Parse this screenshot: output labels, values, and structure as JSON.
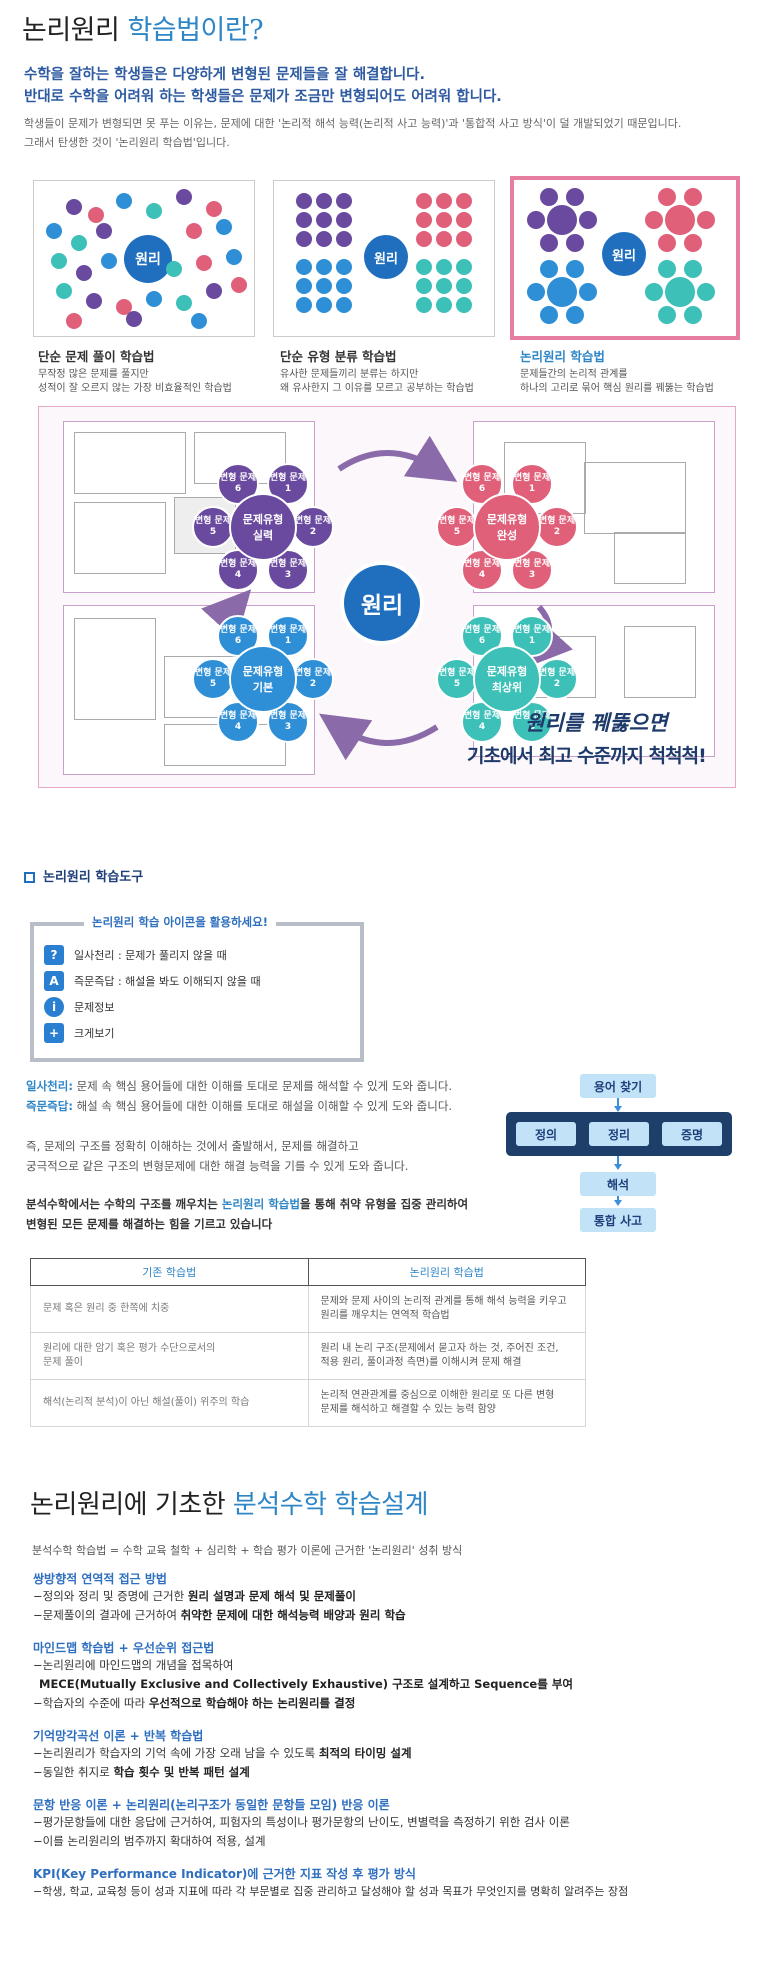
{
  "intro": {
    "title_a": "논리원리 ",
    "title_b": "학습법이란?",
    "lead1": "수학을 잘하는 학생들은 다양하게 변형된 문제들을 잘 해결합니다.",
    "lead2": "반대로 수학을 어려워 하는 학생들은 문제가 조금만 변형되어도 어려워 합니다.",
    "desc1": "학생들이 문제가 변형되면 못 푸는 이유는, 문제에 대한 '논리적 해석 능력(논리적 사고 능력)'과 '통합적 사고 방식'이 덜 개발되었기 때문입니다.",
    "desc2": "그래서 탄생한 것이 '논리원리 학습법'입니다."
  },
  "methods": [
    {
      "title": "단순 문제 풀이 학습법",
      "desc1": "무작정 많은 문제를 풀지만",
      "desc2": "성적이 잘 오르지 않는 가장 비효율적인 학습법"
    },
    {
      "title": "단순 유형 분류 학습법",
      "desc1": "유사한 문제들끼리 분류는 하지만",
      "desc2": "왜 유사한지 그 이유를 모르고 공부하는 학습법"
    },
    {
      "title": "논리원리 학습법",
      "desc1": "문제들간의 논리적 관계를",
      "desc2": "하나의 고리로 묶어 핵심 원리를 꿰뚫는 학습법"
    }
  ],
  "diagram": {
    "center": "원리",
    "center_small": "원리",
    "clusters": [
      {
        "main1": "문제유형",
        "main2": "실력",
        "petals": [
          "변형 문제1",
          "변형 문제2",
          "변형 문제3",
          "변형 문제4",
          "변형 문제5",
          "변형 문제6"
        ]
      },
      {
        "main1": "문제유형",
        "main2": "완성",
        "petals": [
          "변형 문제1",
          "변형 문제2",
          "변형 문제3",
          "변형 문제4",
          "변형 문제5",
          "변형 문제6"
        ]
      },
      {
        "main1": "문제유형",
        "main2": "기본",
        "petals": [
          "변형 문제1",
          "변형 문제2",
          "변형 문제3",
          "변형 문제4",
          "변형 문제5",
          "변형 문제6"
        ]
      },
      {
        "main1": "문제유형",
        "main2": "최상위",
        "petals": [
          "변형 문제1",
          "변형 문제2",
          "변형 문제3",
          "변형 문제4",
          "변형 문제5",
          "변형 문제6"
        ]
      }
    ],
    "slogan1": "원리를 꿰뚫으면",
    "slogan2": "기초에서 최고 수준까지 척척척!"
  },
  "tools": {
    "section_title": "논리원리 학습도구",
    "box_title": "논리원리 학습 아이콘을 활용하세요!",
    "items": [
      {
        "icon": "lightbulb-icon",
        "glyph": "?",
        "label": "일사천리 : 문제가 풀리지 않을 때"
      },
      {
        "icon": "answer-icon",
        "glyph": "A",
        "label": "즉문즉답 : 해설을 봐도 이해되지 않을 때"
      },
      {
        "icon": "info-icon",
        "glyph": "i",
        "label": "문제정보"
      },
      {
        "icon": "plus-icon",
        "glyph": "+",
        "label": "크게보기"
      }
    ],
    "para1_key": "일사천리:",
    "para1_text": " 문제 속 핵심 용어들에 대한 이해를 토대로 문제를 해석할 수 있게 도와 줍니다.",
    "para2_key": "즉문즉답:",
    "para2_text": " 해설 속 핵심 용어들에 대한 이해를 토대로 해설을 이해할 수 있게 도와 줍니다.",
    "para3": "즉, 문제의 구조를 정확히 이해하는 것에서 출발해서, 문제를 해결하고",
    "para4": "궁극적으로 같은 구조의 변형문제에 대한 해결 능력을 기를 수 있게 도와 줍니다.",
    "para5a": "분석수학에서는 수학의 구조를 깨우치는 ",
    "para5b": "논리원리 학습법",
    "para5c": "을 통해 취약 유형을 집중 관리하여",
    "para6": "변형된 모든 문제를 해결하는 힘을 기르고 있습니다"
  },
  "flow": {
    "top": "용어 찾기",
    "row": [
      "정의",
      "정리",
      "증명"
    ],
    "mid": "해석",
    "bottom": "통합 사고"
  },
  "compare": {
    "headers": [
      "기존 학습법",
      "논리원리 학습법"
    ],
    "rows": [
      {
        "left1": "문제 혹은 원리 중 한쪽에 치중",
        "left2": "",
        "right1": "문제와 문제 사이의 논리적 관계를 통해 해석 능력을 키우고",
        "right2": "원리를 깨우치는 연역적 학습법"
      },
      {
        "left1": "원리에 대한 암기 혹은 평가 수단으로서의",
        "left2": "문제 풀이",
        "right1": "원리 내 논리 구조(문제에서 묻고자 하는 것, 주어진 조건,",
        "right2": "적용 원리, 풀이과정 측면)를 이해시켜 문제 해결"
      },
      {
        "left1": "해석(논리적 분석)이 아닌 해설(풀이) 위주의 학습",
        "left2": "",
        "right1": "논리적 연관관계를 중심으로 이해한 원리로 또 다른 변형",
        "right2": "문제를 해석하고 해결할 수 있는 능력 함양"
      }
    ]
  },
  "design": {
    "title_a": "논리원리에 기초한 ",
    "title_b": "분석수학 학습설계",
    "formula": "분석수학 학습법 = 수학 교육 철학 + 심리학 + 학습 평가 이론에 근거한 '논리원리' 성취 방식",
    "blocks": [
      {
        "heading": "쌍방향적 연역적 접근 방법",
        "lines": [
          {
            "a": "−정의와 정리 및 증명에 근거한 ",
            "b": "원리 설명과 문제 해석 및 문제풀이",
            "c": ""
          },
          {
            "a": "−문제풀이의 결과에 근거하여 ",
            "b": "취약한 문제에 대한 해석능력 배양과 원리 학습",
            "c": ""
          }
        ]
      },
      {
        "heading": "마인드맵 학습법 + 우선순위 접근법",
        "lines": [
          {
            "a": "−논리원리에 마인드맵의 개념을 접목하여",
            "b": "",
            "c": ""
          },
          {
            "a": "",
            "b": "MECE(Mutually Exclusive and Collectively Exhaustive) 구조로 설계하고 Sequence를 부여",
            "c": ""
          },
          {
            "a": "−학습자의 수준에 따라 ",
            "b": "우선적으로 학습해야 하는 논리원리를 결정",
            "c": ""
          }
        ]
      },
      {
        "heading": "기억망각곡선 이론 + 반복 학습법",
        "lines": [
          {
            "a": "−논리원리가 학습자의 기억 속에 가장 오래 남을 수 있도록 ",
            "b": "최적의 타이밍 설계",
            "c": ""
          },
          {
            "a": "−동일한 취지로 ",
            "b": "학습 횟수 및 반복 패턴 설계",
            "c": ""
          }
        ]
      },
      {
        "heading": "문항 반응 이론 + 논리원리(논리구조가 동일한 문항들 모임) 반응 이론",
        "lines": [
          {
            "a": "−평가문항들에 대한 응답에 근거하여, 피험자의 특성이나 평가문항의 난이도, 변별력을 측정하기 위한 검사 이론",
            "b": "",
            "c": ""
          },
          {
            "a": "−이를 논리원리의 범주까지 확대하여 적용, 설계",
            "b": "",
            "c": ""
          }
        ]
      },
      {
        "heading": "KPI(Key Performance Indicator)에 근거한 지표 작성 후 평가 방식",
        "lines": [
          {
            "a": "−학생, 학교, 교육청 등이 성과 지표에 따라 각 부문별로 집중 관리하고 달성해야 할 성과 목표가 무엇인지를 명확히 알려주는 장점",
            "b": "",
            "c": ""
          }
        ]
      }
    ]
  }
}
